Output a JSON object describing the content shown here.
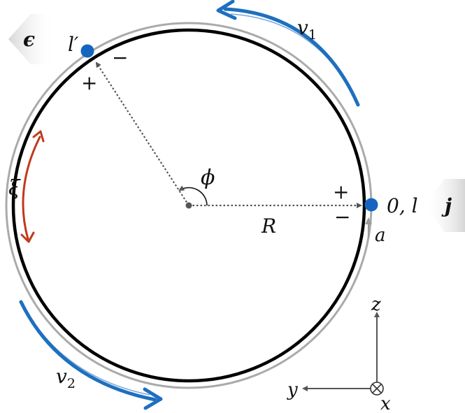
{
  "labels": {
    "epsilon": "ϵ",
    "j": "j",
    "l_prime": "l′",
    "v1": "v",
    "v1_sub": "1",
    "v2": "v",
    "v2_sub": "2",
    "xi": "ξ",
    "phi": "ϕ",
    "R": "R",
    "zero_l": "0, l",
    "a": "a",
    "z": "z",
    "y": "y",
    "x": "x",
    "plus_top": "+",
    "minus_top": "−",
    "plus_right": "+",
    "minus_right": "−"
  },
  "colors": {
    "ring_outer": "#aaaaaa",
    "ring_inner": "#000000",
    "dot": "#1565c0",
    "flow_arrow": "#1e6fbf",
    "xi_arrow": "#c0391b",
    "dotted": "#555555",
    "axis": "#555555"
  },
  "icons": {
    "x_axis": "circled-times-icon"
  }
}
